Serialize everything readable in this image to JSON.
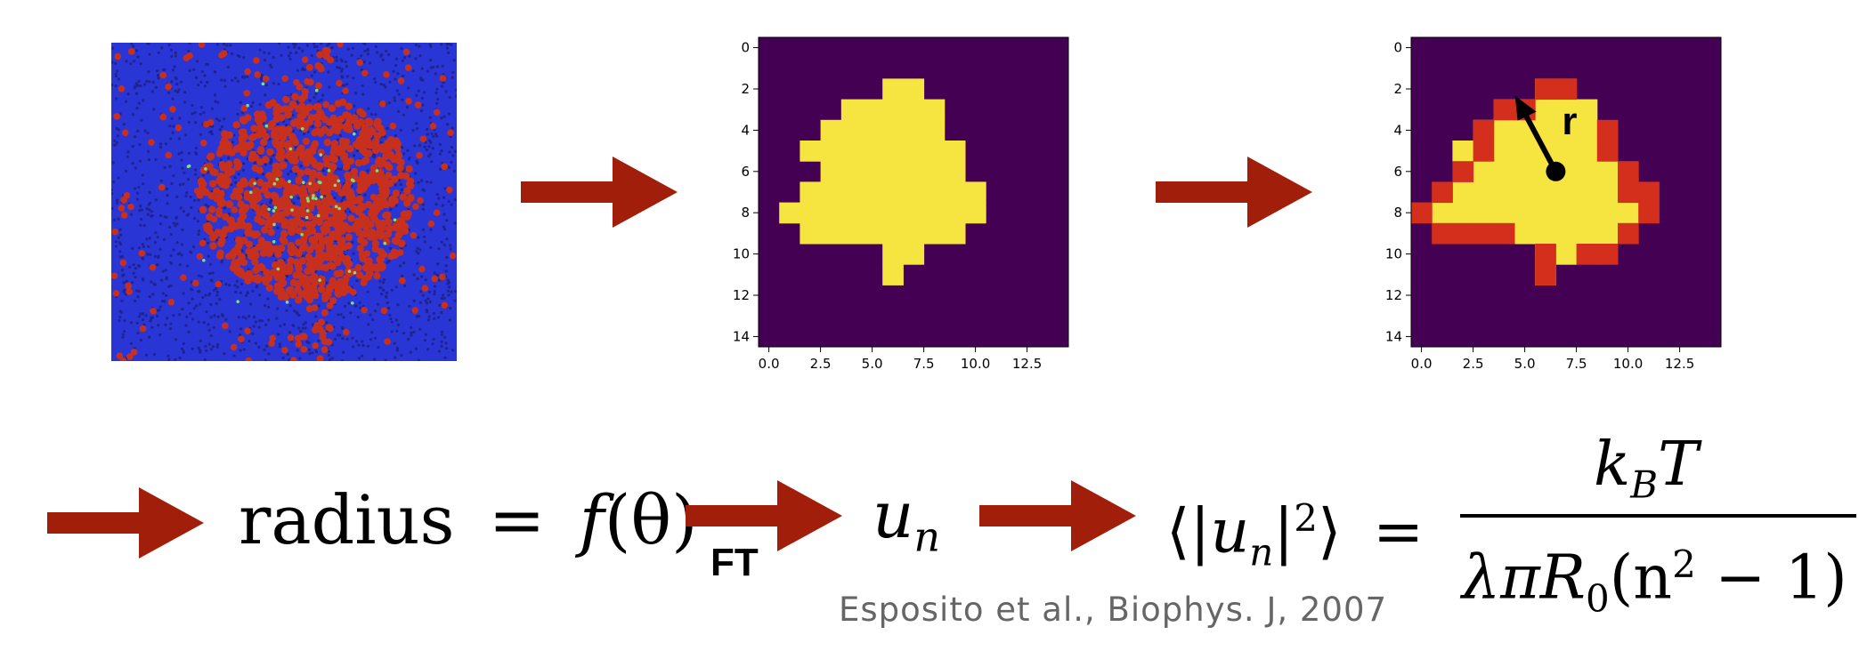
{
  "colors": {
    "arrow": "#a01e0a",
    "sim_bg": "#2a35d6",
    "sim_lipid": "#c8301e",
    "sim_dot": "#7ce07c",
    "grid_bg": "#440154",
    "grid_fill": "#f6e541",
    "grid_edge": "#d42f1c"
  },
  "panels": {
    "sim": {
      "label": "simulation-snapshot"
    },
    "grid1": {
      "x_ticks": [
        "0.0",
        "2.5",
        "5.0",
        "7.5",
        "10.0",
        "12.5"
      ],
      "y_ticks": [
        "0",
        "2",
        "4",
        "6",
        "8",
        "10",
        "12",
        "14"
      ]
    },
    "grid2": {
      "x_ticks": [
        "0.0",
        "2.5",
        "5.0",
        "7.5",
        "10.0",
        "12.5"
      ],
      "y_ticks": [
        "0",
        "2",
        "4",
        "6",
        "8",
        "10",
        "12",
        "14"
      ],
      "radius_label": "r"
    }
  },
  "equations": {
    "radius_word": "radius",
    "equals": "=",
    "f": "f",
    "theta": "(θ)",
    "ft_label": "FT",
    "u": "u",
    "n": "n",
    "lhs_open": "⟨|",
    "lhs_close": "|",
    "lhs_sq": "2",
    "lhs_end": "⟩",
    "numer_k": "k",
    "numer_B": "B",
    "numer_T": "T",
    "denom_lambda_pi": "λπ",
    "denom_R": "R",
    "denom_0": "0",
    "denom_paren": "(n",
    "denom_sq": "2",
    "denom_rest": " − 1)"
  },
  "citation": "Esposito et al., Biophys. J, 2007"
}
